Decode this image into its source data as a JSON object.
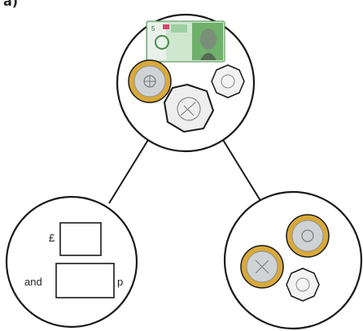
{
  "part_label": "a)",
  "banknote": {
    "value_text": "5",
    "colors": {
      "note_green": "#6fb06a",
      "note_light": "#cfe6cf",
      "portrait": "#7a8f7a"
    }
  },
  "coins": {
    "pound": {
      "ring": "#d9a93a",
      "center": "#cfd3d6"
    },
    "fifty_pence": {
      "fill": "#eeeeee"
    },
    "twenty_pence": {
      "fill": "#f2f2f2"
    }
  },
  "whole_circle": {
    "items": [
      "five-pound-note",
      "one-pound-coin",
      "twenty-pence-coin",
      "fifty-pence-coin"
    ]
  },
  "part_left": {
    "pounds_symbol": "£",
    "and_text": "and",
    "pence_symbol": "p"
  },
  "part_right": {
    "items": [
      "one-pound-coin",
      "one-pound-coin",
      "twenty-pence-coin"
    ]
  },
  "colors": {
    "outline": "#1a1a1a",
    "accent_gold": "#d9a93a"
  }
}
